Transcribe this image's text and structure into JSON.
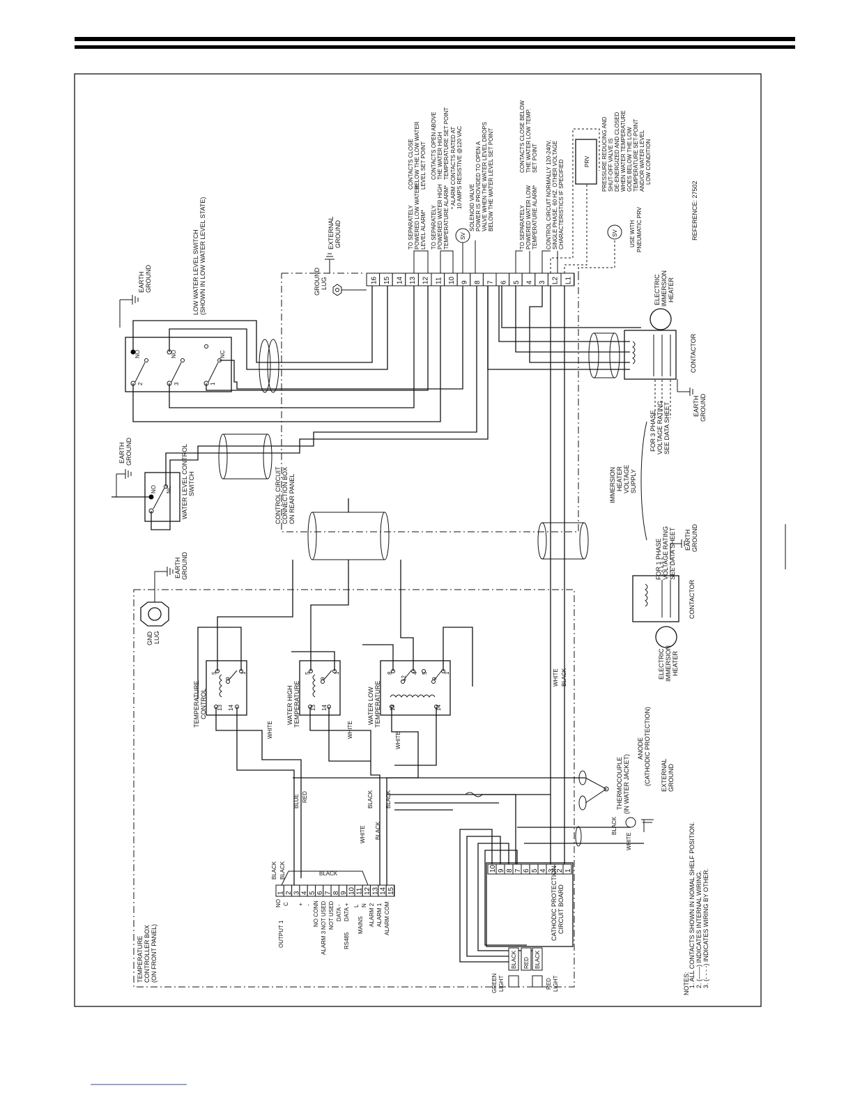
{
  "diagram": {
    "reference": "REFERENCE: 27502",
    "top_terminal_strip": [
      "16",
      "15",
      "14",
      "13",
      "12",
      "11",
      "10",
      "9",
      "8",
      "7",
      "6",
      "5",
      "4",
      "3",
      "L2",
      "L1"
    ],
    "bottom_terminal_strip": [
      "1",
      "2",
      "3",
      "4",
      "5",
      "6",
      "7",
      "8",
      "9",
      "10",
      "11",
      "12",
      "13",
      "14",
      "15"
    ],
    "cp_board_terminals": [
      "10",
      "9",
      "8",
      "7",
      "6",
      "5",
      "4",
      "3",
      "2",
      "1"
    ],
    "labels": {
      "earth_ground_1": "EARTH",
      "earth_ground_1b": "GROUND",
      "low_water_switch_1": "LOW WATER LEVEL SWITCH",
      "low_water_switch_2": "(SHOWN IN LOW WATER LEVEL  STATE)",
      "external_ground_1": "EXTERNAL",
      "external_ground_2": "GROUND",
      "ground_lug_1": "GROUND",
      "ground_lug_2": "LUG",
      "note_low_level_1": "TO SEPARATELY",
      "note_low_level_2": "POWERED LOW WATER",
      "note_low_level_3": "LEVEL ALARM*",
      "note_low_level_4": "CONTACTS CLOSE",
      "note_low_level_5": "BELOW THE LOW WATER",
      "note_low_level_6": "LEVEL SET POINT",
      "note_high_temp_1": "TO SEPARATELY",
      "note_high_temp_2": "POWERED WATER HIGH",
      "note_high_temp_3": "TEMPERATURE ALARM*",
      "note_high_temp_4": "CONTACTS OPEN ABOVE",
      "note_high_temp_5": "THE WATER HIGH",
      "note_high_temp_6": "TEMPERATURE SET POINT",
      "note_alarm_1": "* ALARM CONTACTS RATED AT",
      "note_alarm_2": "10 AMPS RESISTIVE @120 VAC",
      "note_sv_1": "SOLENOID VALVE",
      "note_sv_2": "POWER IS PROVIDED TO OPEN A",
      "note_sv_3": "VALVE WHEN THE WATER LEVEL DROPS",
      "note_sv_4": "BELOW THE WATER LEVEL SET POINT",
      "note_low_temp_1": "TO SEPARATELY",
      "note_low_temp_2": "POWERED WATER LOW",
      "note_low_temp_3": "TEMPERATURE ALARM*",
      "note_low_temp_4": "CONTACTS CLOSE BELOW",
      "note_low_temp_5": "THE WATER LOW TEMP.",
      "note_low_temp_6": "SET POINT",
      "note_control_1": "CONTROL CIRCUIT NORMALLY 120-240V,",
      "note_control_2": "SINGLE PHASE, 60 HZ. OTHER VOLTAGE",
      "note_control_3": "CHARACTERISTICS IF SPECIFIED",
      "prv": "PRV",
      "sv": "SV",
      "note_prv_1": "PRESSURE REDUCING AND",
      "note_prv_2": "SHUT-OFF VALVE IS",
      "note_prv_3": "DE-ENERGIZED AND CLOSED",
      "note_prv_4": "WHEN WATER TEMPERATURE",
      "note_prv_5": "GOES BELOW THE LOW",
      "note_prv_6": "TEMPERATURE SET-POINT",
      "note_prv_7": "AND/OR WATER LEVEL",
      "note_prv_8": "LOW CONDITION",
      "use_with_1": "USE WITH",
      "use_with_2": "PNEUMATIC PRV",
      "electric_heater_1": "ELECTRIC",
      "electric_heater_2": "IMMERSION",
      "electric_heater_3": "HEATER",
      "contactor": "CONTACTOR",
      "immersion_supply_1": "IMMERSION",
      "immersion_supply_2": "HEATER",
      "immersion_supply_3": "VOLTAGE",
      "immersion_supply_4": "SUPPLY",
      "three_phase_1": "FOR 3 PHASE",
      "three_phase_2": "VOLTAGE RATING",
      "three_phase_3": "SEE DATA SHEET",
      "one_phase_1": "FOR 1 PHASE",
      "one_phase_2": "VOLTAGE RATING",
      "one_phase_3": "SEE DATA SHEET",
      "water_level_control_1": "WATER LEVEL CONTROL",
      "water_level_control_2": "SWITCH",
      "control_box_1": "CONTROL CIRCUIT",
      "control_box_2": "CONNECTION BOX",
      "control_box_3": "ON REAR PANEL",
      "gnd_lug_1": "GND",
      "gnd_lug_2": "LUG",
      "temp_control_1": "TEMPERATURE",
      "temp_control_2": "CONTROL",
      "water_high_1": "WATER HIGH",
      "water_high_2": "TEMPERATURE",
      "water_low_1": "WATER LOW",
      "water_low_2": "TEMPERATURE",
      "white": "WHITE",
      "black": "BLACK",
      "blue": "BLUE",
      "red": "RED",
      "thermocouple_1": "THERMOCOUPLE",
      "thermocouple_2": "(IN WATER JACKET)",
      "anode_1": "ANODE",
      "anode_2": "(CATHODIC PROTECTION)",
      "temp_controller_box_1": "TEMPERATURE",
      "temp_controller_box_2": "CONTROLLER BOX",
      "temp_controller_box_3": "(ON FRONT PANEL)",
      "cp_board_1": "CATHODIC PROTECTION",
      "cp_board_2": "CIRCUIT BOARD",
      "green_light_1": "GREEN",
      "green_light_2": "LIGHT",
      "red_light_1": "RED",
      "red_light_2": "LIGHT",
      "no": "NO",
      "nc": "NC",
      "output1": "OUTPUT 1",
      "term_no": "NO",
      "term_c": "C",
      "term_plus": "+",
      "term_minus": "-",
      "no_conn": "NO CONN",
      "alarm3": "ALARM 3",
      "not_used_1": "NOT USED",
      "not_used_2": "NOT USED",
      "rs485": "RS485",
      "data_minus": "DATA -",
      "data_plus": "DATA +",
      "mains": "MAINS",
      "mains_l": "L",
      "mains_n": "N",
      "alarm2": "ALARM 2",
      "alarm1": "ALARM 1",
      "alarm_com": "ALARM COM",
      "notes_title": "NOTES:",
      "note1": "1.  ALL CONTACTS SHOWN IN NOMAL SHELF POSITION.",
      "note2": "2.  (——) INDICATES INTERNAL WIRING.",
      "note3": "3.  (- - - -) INDICATES WIRING BY OTHER."
    }
  }
}
